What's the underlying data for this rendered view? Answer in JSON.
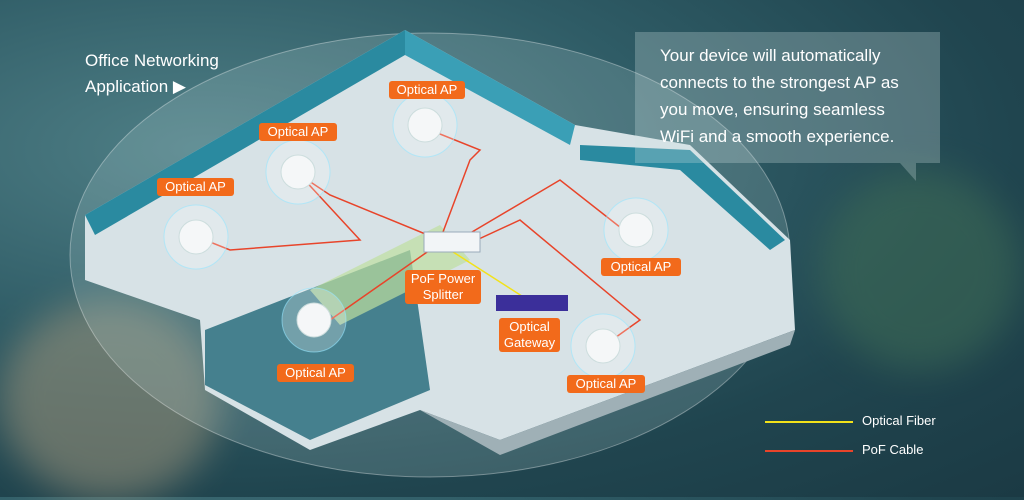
{
  "intro": {
    "line1": "Office Networking",
    "line2": "Application ▶"
  },
  "callout": {
    "text1": "Your device will automatically",
    "text2": "connects to the strongest AP as",
    "text3": "you move, ensuring seamless",
    "text4": "WiFi and a smooth experience."
  },
  "labels": {
    "ap": "Optical AP",
    "splitter1": "PoF Power",
    "splitter2": "Splitter",
    "gateway1": "Optical",
    "gateway2": "Gateway"
  },
  "legend": {
    "fiber": "Optical Fiber",
    "pof": "PoF Cable"
  },
  "colors": {
    "orange": "#f26a1b",
    "fiber": "#f2e21a",
    "pof": "#e8442a",
    "floor": "#d7e2e6",
    "wall": "#2a8aa0"
  }
}
